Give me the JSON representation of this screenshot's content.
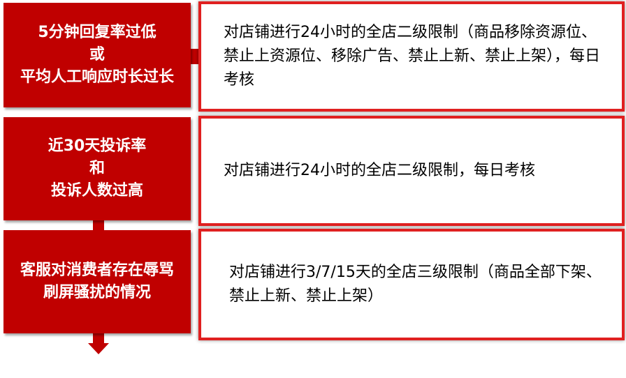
{
  "rows": [
    {
      "condition_lines": [
        "5分钟回复率过低",
        "或",
        "平均人工响应时长过长"
      ],
      "penalty": "对店铺进行24小时的全店二级限制（商品移除资源位、禁止上资源位、移除广告、禁止上新、禁止上架），每日考核"
    },
    {
      "condition_lines": [
        "近30天投诉率",
        "和",
        "投诉人数过高"
      ],
      "penalty": "对店铺进行24小时的全店二级限制，每日考核"
    },
    {
      "condition_lines": [
        "客服对消费者存在辱骂",
        "刷屏骚扰的情况"
      ],
      "penalty": "对店铺进行3/7/15天的全店三级限制（商品全部下架、禁止上新、禁止上架）"
    }
  ],
  "colors": {
    "condition_fill": "#c00000",
    "penalty_border": "#e02020",
    "connector_arrow": "#c00000"
  }
}
